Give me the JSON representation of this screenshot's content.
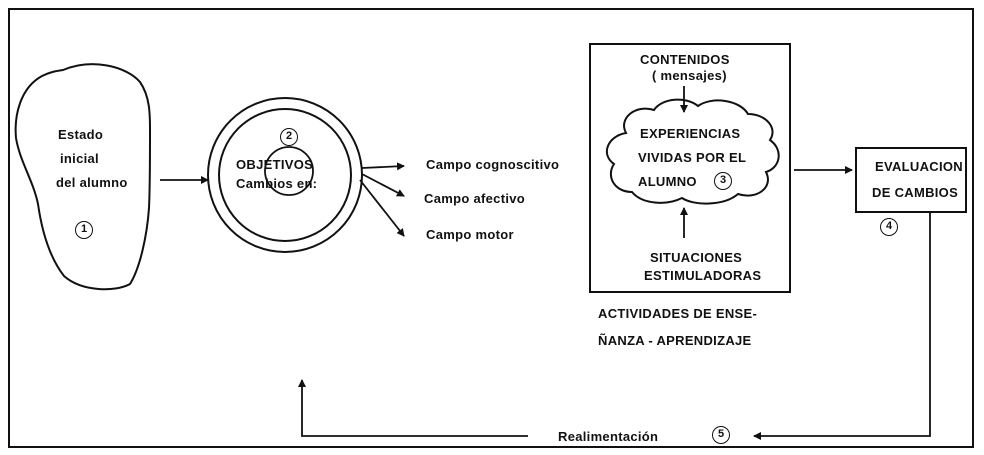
{
  "diagram": {
    "estado_inicial": [
      "Estado",
      "inicial",
      "del alumno"
    ],
    "num1": "1",
    "num2": "2",
    "objetivos": [
      "OBJETIVOS",
      "Cambios en:"
    ],
    "campos": [
      "Campo cognoscitivo",
      "Campo afectivo",
      "Campo motor"
    ],
    "contenidos": [
      "CONTENIDOS",
      "( mensajes)"
    ],
    "experiencias": [
      "EXPERIENCIAS",
      "VIVIDAS POR EL",
      "ALUMNO"
    ],
    "num3": "3",
    "situaciones": [
      "SITUACIONES",
      "ESTIMULADORAS"
    ],
    "actividades": [
      "ACTIVIDADES DE ENSE-",
      "ÑANZA - APRENDIZAJE"
    ],
    "evaluacion": [
      "EVALUACION",
      "DE CAMBIOS"
    ],
    "num4": "4",
    "realimentacion": "Realimentación",
    "num5": "5"
  }
}
